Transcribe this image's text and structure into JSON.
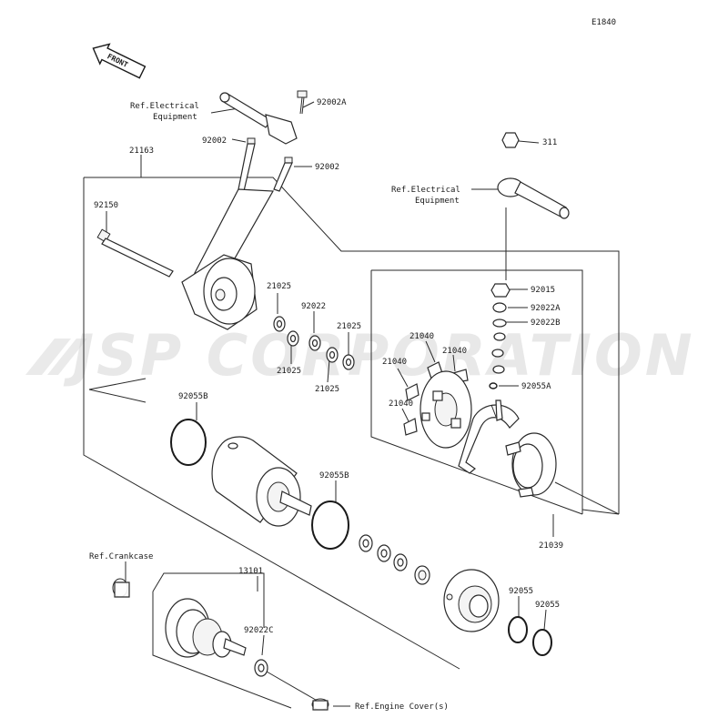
{
  "diagram_code": "E1840",
  "front_arrow_label": "FRONT",
  "watermark": "JSP CORPORATION",
  "labels": {
    "ref_electrical_1": [
      "Ref.Electrical",
      "Equipment"
    ],
    "p92002A": "92002A",
    "p92002_left": "92002",
    "p92002_right": "92002",
    "p21163": "21163",
    "p92150": "92150",
    "p21025_a": "21025",
    "p92022": "92022",
    "p21025_b": "21025",
    "p21025_c": "21025",
    "p21025_d": "21025",
    "p311": "311",
    "ref_electrical_2": [
      "Ref.Electrical",
      "Equipment"
    ],
    "p92015": "92015",
    "p92022A": "92022A",
    "p92022B": "92022B",
    "p21040_a": "21040",
    "p21040_b": "21040",
    "p21040_c": "21040",
    "p21040_d": "21040",
    "p92055A": "92055A",
    "p92055B_top": "92055B",
    "p92055B_mid": "92055B",
    "p21039": "21039",
    "ref_crankcase": "Ref.Crankcase",
    "p13101": "13101",
    "p92022C": "92022C",
    "p92055_a": "92055",
    "p92055_b": "92055",
    "ref_engine_cover": "Ref.Engine Cover(s)"
  }
}
